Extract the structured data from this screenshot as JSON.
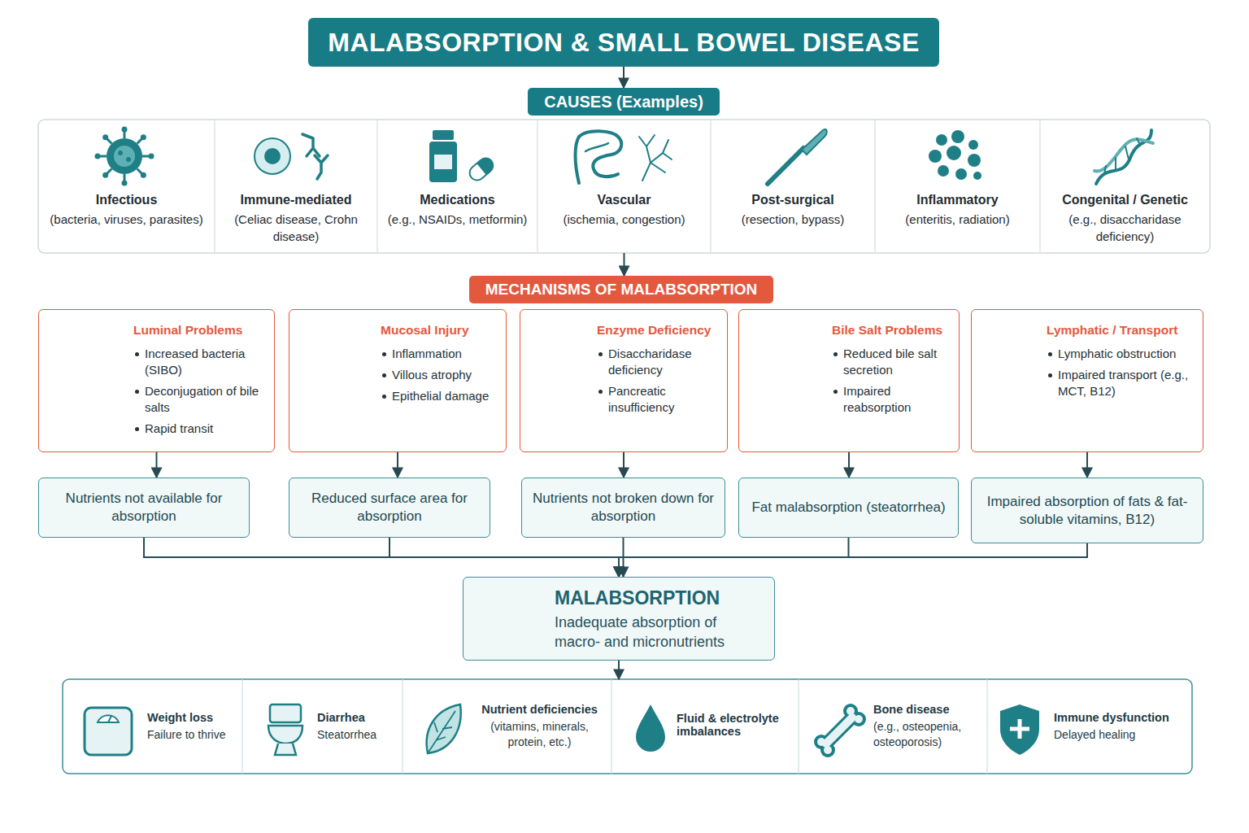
{
  "diagram": {
    "nodes": [
      {
        "text": [
          "MALABSORPTION & SMALL BOWEL DISEASE"
        ]
      },
      {
        "text": [
          "CAUSES (Examples)"
        ]
      },
      {
        "text": [
          "Infectious",
          "(bacteria, viruses, parasites)"
        ]
      },
      {
        "text": [
          "Immune-mediated",
          "(Celiac disease, Crohn disease)"
        ]
      },
      {
        "text": [
          "Medications",
          "(e.g., NSAIDs, metformin)"
        ]
      },
      {
        "text": [
          "Vascular",
          "(ischemia, congestion)"
        ]
      },
      {
        "text": [
          "Post-surgical",
          "(resection, bypass)"
        ]
      },
      {
        "text": [
          "Inflammatory",
          "(enteritis, radiation)"
        ]
      },
      {
        "text": [
          "Congenital / Genetic",
          "(e.g., disaccharidase deficiency)"
        ]
      },
      {
        "text": [
          "MECHANISMS OF MALABSORPTION"
        ]
      },
      {
        "text": [
          "Luminal Problems",
          "Increased bacteria (SIBO)",
          "Deconjugation of bile salts",
          "Rapid transit"
        ]
      },
      {
        "text": [
          "Mucosal Injury",
          "Inflammation",
          "Villous atrophy",
          "Epithelial damage"
        ]
      },
      {
        "text": [
          "Enzyme Deficiency",
          "Disaccharidase deficiency",
          "Pancreatic insufficiency"
        ]
      },
      {
        "text": [
          "Bile Salt Problems",
          "Reduced bile salt secretion",
          "Impaired reabsorption"
        ]
      },
      {
        "text": [
          "Lymphatic / Transport",
          "Lymphatic obstruction",
          "Impaired transport (e.g., MCT, B12)"
        ]
      },
      {
        "text": [
          "Nutrients not available for absorption"
        ]
      },
      {
        "text": [
          "Reduced surface area for absorption"
        ]
      },
      {
        "text": [
          "Nutrients not broken down for absorption"
        ]
      },
      {
        "text": [
          "Fat malabsorption (steatorrhea)"
        ]
      },
      {
        "text": [
          "Impaired absorption of fats & fat-soluble vitamins, B12)"
        ]
      },
      {
        "text": [
          "MALABSORPTION",
          "Inadequate absorption of macro- and micronutrients"
        ]
      },
      {
        "text": [
          "Weight loss",
          "Failure to thrive"
        ]
      },
      {
        "text": [
          "Diarrhea",
          "Steatorrhea"
        ]
      },
      {
        "text": [
          "Nutrient deficiencies",
          "(vitamins, minerals, protein, etc.)"
        ]
      },
      {
        "text": [
          "Fluid & electrolyte imbalances"
        ]
      },
      {
        "text": [
          "Bone disease",
          "(e.g., osteopenia, osteoporosis)"
        ]
      },
      {
        "text": [
          "Immune dysfunction",
          "Delayed healing"
        ]
      }
    ],
    "edges": [
      {
        "from": 0,
        "to": 1,
        "arrow": "to"
      },
      {
        "from": 5,
        "to": 9,
        "arrow": "to"
      },
      {
        "from": 10,
        "to": 15,
        "arrow": "to"
      },
      {
        "from": 11,
        "to": 16,
        "arrow": "to"
      },
      {
        "from": 12,
        "to": 17,
        "arrow": "to"
      },
      {
        "from": 13,
        "to": 18,
        "arrow": "to"
      },
      {
        "from": 14,
        "to": 19,
        "arrow": "to"
      },
      {
        "from": 15,
        "to": 20,
        "arrow": "to"
      },
      {
        "from": 16,
        "to": 20,
        "arrow": "to"
      },
      {
        "from": 17,
        "to": 20,
        "arrow": "to"
      },
      {
        "from": 18,
        "to": 20,
        "arrow": "to"
      },
      {
        "from": 19,
        "to": 20,
        "arrow": "to"
      },
      {
        "from": 20,
        "to": 24,
        "arrow": "to"
      }
    ]
  }
}
